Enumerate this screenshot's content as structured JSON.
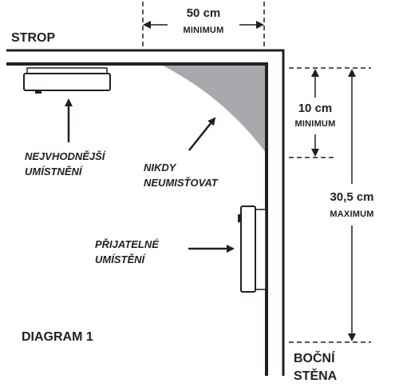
{
  "labels": {
    "ceiling": "STROP",
    "side_wall_line1": "BOČNÍ",
    "side_wall_line2": "STĚNA",
    "best_location_line1": "NEJVHODNĚJŠÍ",
    "best_location_line2": "UMÍSTNĚNÍ",
    "never_mount_line1": "NIKDY",
    "never_mount_line2": "NEUMISŤOVAT",
    "acceptable_line1": "PŘIJATELNÉ",
    "acceptable_line2": "UMÍSTĚNÍ",
    "diagram_title": "DIAGRAM 1"
  },
  "dimensions": {
    "top_value": "50 cm",
    "top_qualifier": "MINIMUM",
    "wall_min_value": "10 cm",
    "wall_min_qualifier": "MINIMUM",
    "wall_max_value": "30,5 cm",
    "wall_max_qualifier": "MAXIMUM"
  },
  "colors": {
    "line": "#231f20",
    "dead_air_zone": "#a7a9ac",
    "detector_fill": "#ffffff"
  }
}
